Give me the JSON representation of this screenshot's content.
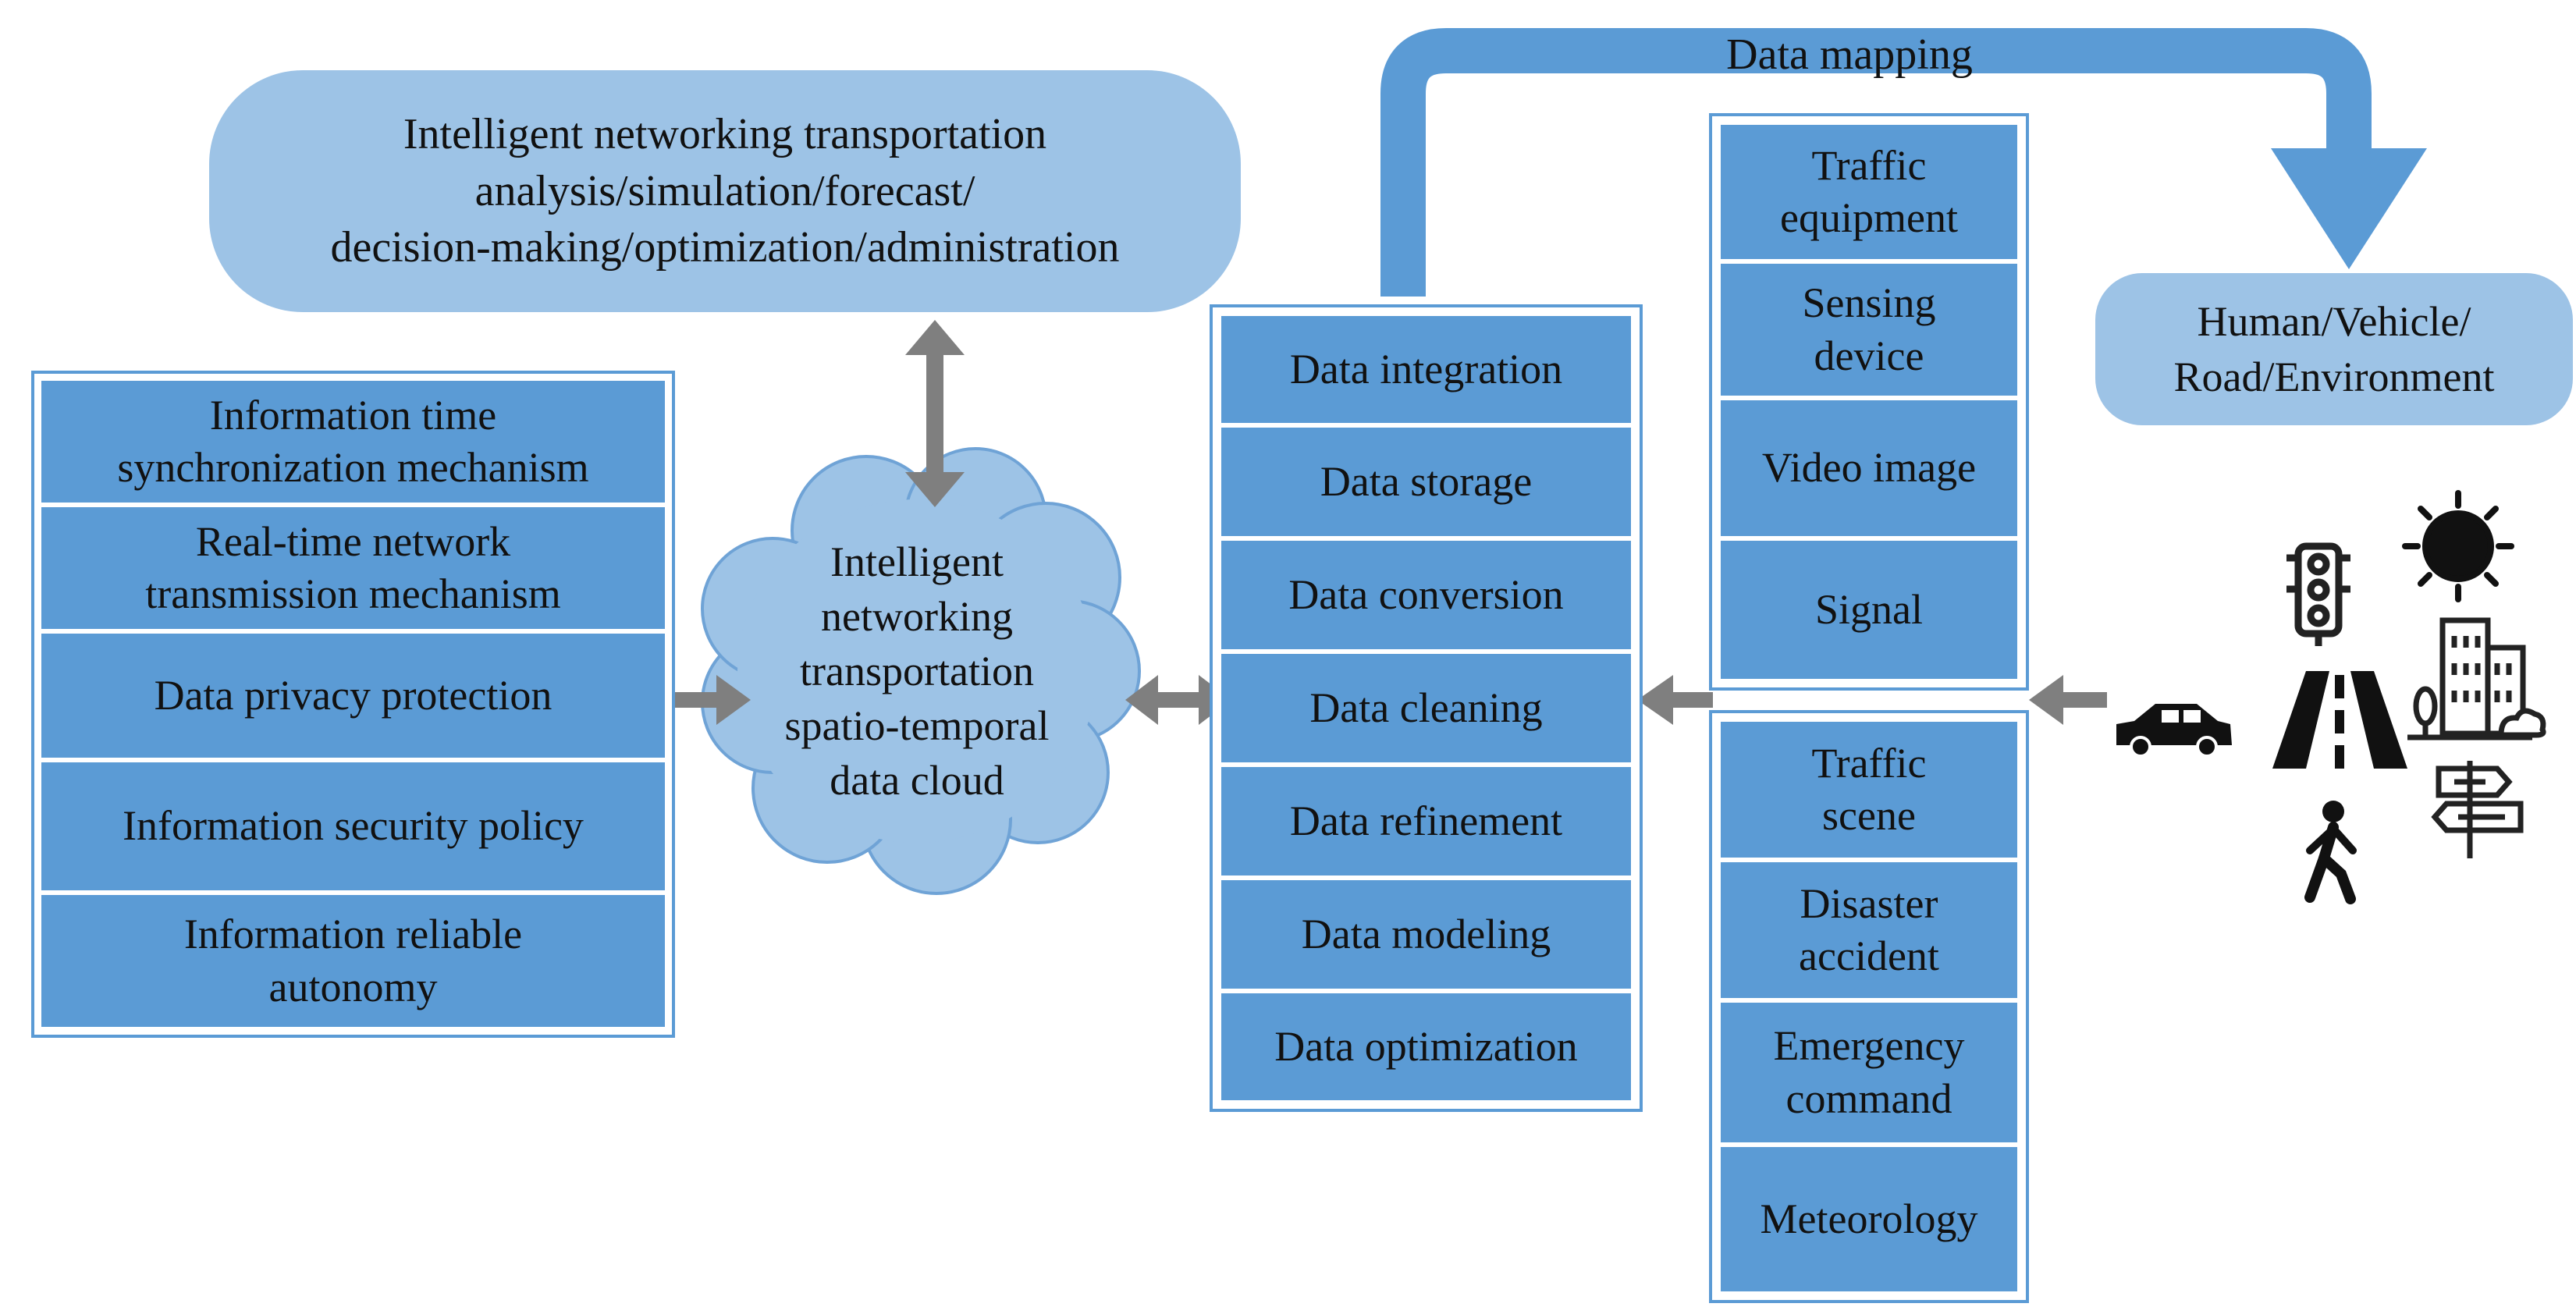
{
  "top_box": {
    "text": "Intelligent networking transportation\nanalysis/simulation/forecast/\ndecision-making/optimization/administration"
  },
  "cloud": {
    "text": "Intelligent\nnetworking\ntransportation\nspatio-temporal\ndata cloud"
  },
  "left_items": [
    "Information time\nsynchronization mechanism",
    "Real-time network\ntransmission mechanism",
    "Data privacy protection",
    "Information security policy",
    "Information reliable\nautonomy"
  ],
  "middle_items": [
    "Data integration",
    "Data storage",
    "Data conversion",
    "Data cleaning",
    "Data refinement",
    "Data modeling",
    "Data optimization"
  ],
  "right_top_items": [
    "Traffic\nequipment",
    "Sensing\ndevice",
    "Video image",
    "Signal"
  ],
  "right_bottom_items": [
    "Traffic\nscene",
    "Disaster\naccident",
    "Emergency\ncommand",
    "Meteorology"
  ],
  "mapping_label": "Data mapping",
  "target_box": {
    "text": "Human/Vehicle/\nRoad/Environment"
  },
  "icons": [
    "traffic-light-icon",
    "sun-icon",
    "car-icon",
    "road-icon",
    "buildings-icon",
    "pedestrian-icon",
    "signpost-icon"
  ],
  "colors": {
    "box_fill": "#5b9bd5",
    "light_fill": "#9dc3e6",
    "arrow": "#7f7f7f",
    "mapping_arrow": "#5b9bd5"
  }
}
